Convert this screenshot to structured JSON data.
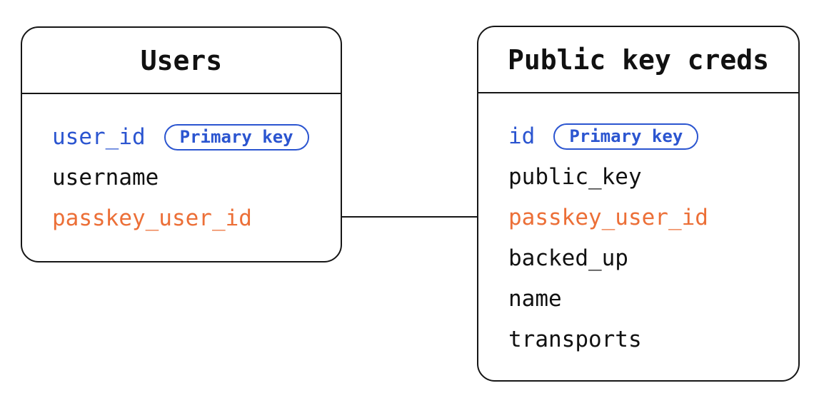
{
  "diagram": {
    "tables": [
      {
        "title": "Users",
        "fields": [
          {
            "name": "user_id",
            "role": "primary",
            "badge": "Primary key"
          },
          {
            "name": "username",
            "role": "normal"
          },
          {
            "name": "passkey_user_id",
            "role": "reference"
          }
        ]
      },
      {
        "title": "Public key creds",
        "fields": [
          {
            "name": "id",
            "role": "primary",
            "badge": "Primary key"
          },
          {
            "name": "public_key",
            "role": "normal"
          },
          {
            "name": "passkey_user_id",
            "role": "reference"
          },
          {
            "name": "backed_up",
            "role": "normal"
          },
          {
            "name": "name",
            "role": "normal"
          },
          {
            "name": "transports",
            "role": "normal"
          }
        ]
      }
    ],
    "relationship": {
      "from_table": "Users",
      "from_field": "passkey_user_id",
      "to_table": "Public key creds",
      "to_field": "passkey_user_id"
    },
    "colors": {
      "primary_key": "#2b55d0",
      "reference": "#ec6f37",
      "text": "#111111",
      "border": "#161616"
    }
  }
}
